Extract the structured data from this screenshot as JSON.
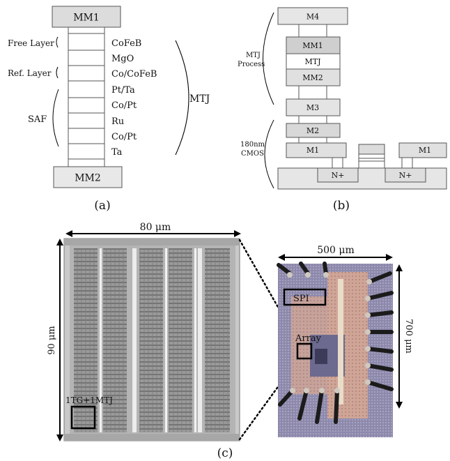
{
  "panel_a": {
    "caption": "(a)",
    "top_block": "MM1",
    "bottom_block": "MM2",
    "layer_labels": [
      "CoFeB",
      "MgO",
      "Co/CoFeB",
      "Pt/Ta",
      "Co/Pt",
      "Ru",
      "Co/Pt",
      "Ta"
    ],
    "side_labels": {
      "free_layer": "Free Layer",
      "ref_layer": "Ref. Layer",
      "saf": "SAF"
    },
    "mtj_label": "MTJ"
  },
  "panel_b": {
    "caption": "(b)",
    "blocks": [
      "M4",
      "MM1",
      "MTJ",
      "MM2",
      "M3",
      "M2",
      "M1",
      "M1",
      "N+",
      "N+"
    ],
    "process_label_1": "MTJ",
    "process_label_2": "Process",
    "cmos_label_1": "180nm",
    "cmos_label_2": "CMOS"
  },
  "panel_c": {
    "caption": "(c)",
    "width_label": "80 μm",
    "height_label": "90 μm",
    "cell_label": "1TG+1MTJ",
    "chip_width_label": "500 μm",
    "chip_height_label": "700 μm",
    "spi_label": "SPI",
    "array_label": "Array"
  },
  "colors": {
    "block_fill": "#e4e4e4",
    "block_dark": "#cfcfcf",
    "stroke": "#555555",
    "chip_bg": "#8a86a8",
    "chip_core": "#d6a99a"
  }
}
